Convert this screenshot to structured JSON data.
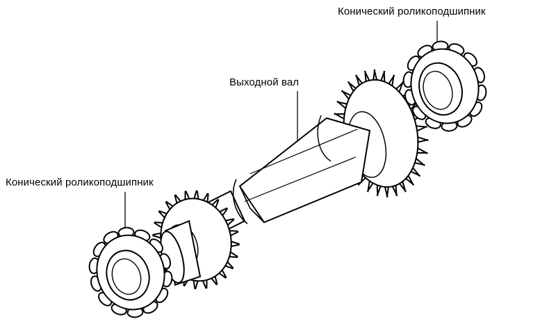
{
  "labels": {
    "bearing_top": "Конический роликоподшипник",
    "output_shaft": "Выходной вал",
    "bearing_bottom": "Конический роликоподшипник"
  }
}
